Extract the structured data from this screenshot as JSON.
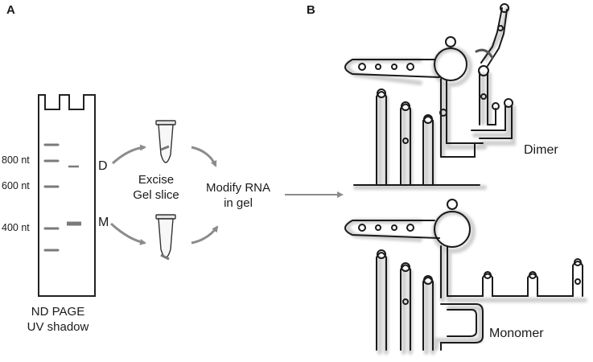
{
  "panel_a": {
    "letter": "A",
    "markers": [
      "800 nt",
      "600 nt",
      "400 nt"
    ],
    "band_labels": {
      "dimer": "D",
      "monomer": "M"
    },
    "step1": [
      "Excise",
      "Gel slice"
    ],
    "step2": [
      "Modify RNA",
      "in gel"
    ],
    "caption": [
      "ND PAGE",
      "UV shadow"
    ]
  },
  "panel_b": {
    "letter": "B",
    "top_label": "Dimer",
    "bottom_label": "Monomer"
  },
  "colors": {
    "arrow": "#8c8c8c",
    "band": "#7a7a7a",
    "outline": "#222222",
    "shadow": "#cfcfcf"
  }
}
